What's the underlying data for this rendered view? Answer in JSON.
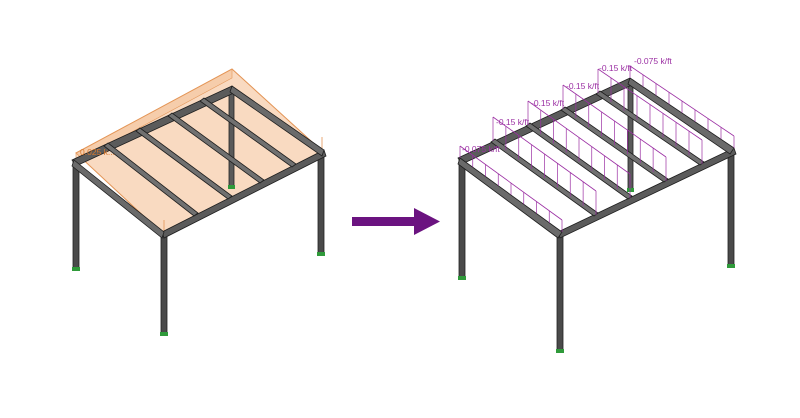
{
  "colors": {
    "steel": "#3a3a3a",
    "steel_light": "#9a9a9a",
    "area_load_fill": "#f6caa6",
    "area_load_stroke": "#e39455",
    "area_load_text": "#d9782c",
    "line_load": "#9b2fa3",
    "arrow": "#6b1380",
    "support": "#2f9a3a"
  },
  "before_panel": {
    "area_load_label": "0.025 k..."
  },
  "arrow": {
    "icon": "right-arrow-icon"
  },
  "after_panel": {
    "line_loads": [
      {
        "label": "-0.075 k/ft"
      },
      {
        "label": "-0.15 k/ft"
      },
      {
        "label": "-0.15 k/ft"
      },
      {
        "label": "-0.15 k/ft"
      },
      {
        "label": "-0.15 k/ft"
      },
      {
        "label": "-0.075 k/ft"
      }
    ]
  }
}
